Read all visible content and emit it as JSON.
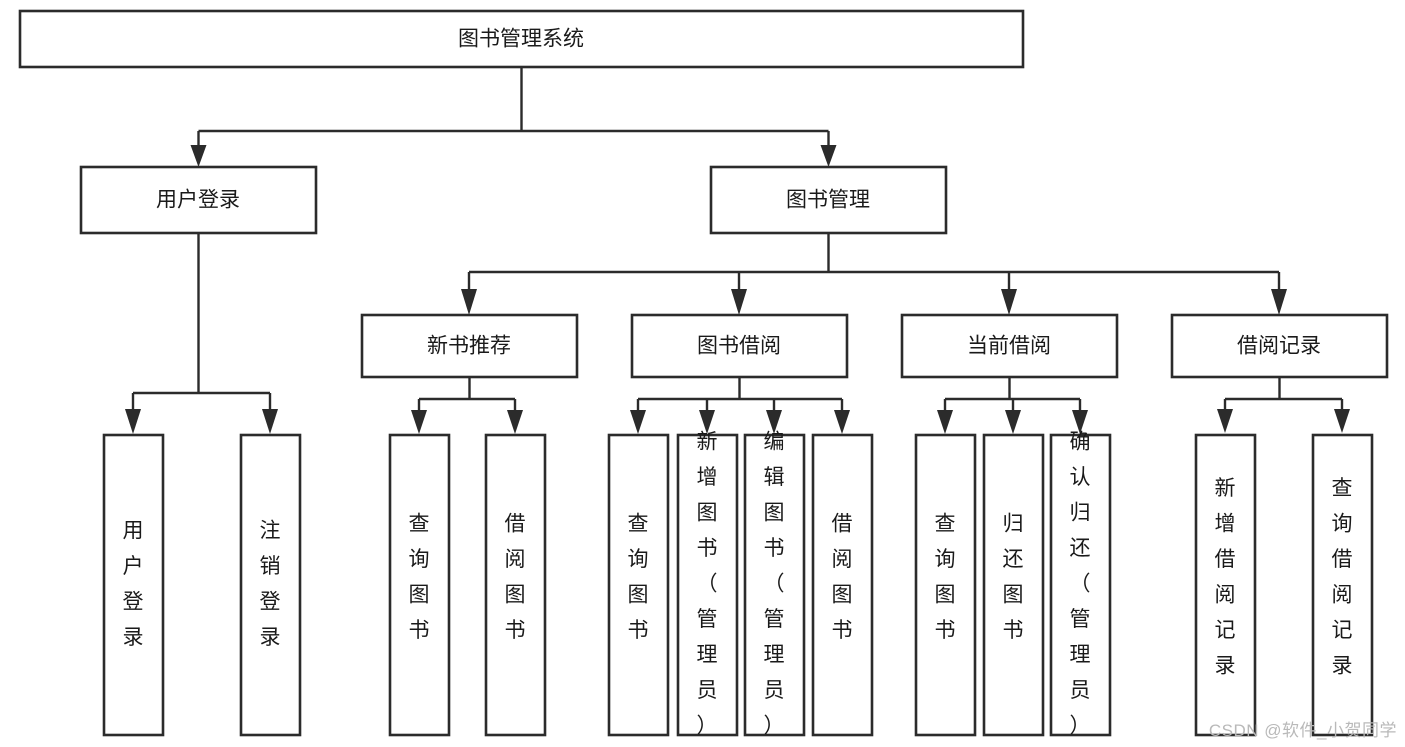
{
  "diagram": {
    "type": "tree",
    "title": "图书管理系统",
    "watermark": "CSDN @软件_小贺同学",
    "colors": {
      "stroke": "#2b2b2b",
      "fill": "#ffffff",
      "text": "#1a1a1a",
      "watermark": "#b9b9b9"
    },
    "nodes": {
      "root": {
        "label": "图书管理系统",
        "level": 1,
        "orientation": "horizontal"
      },
      "l2": [
        {
          "id": "user-login",
          "label": "用户登录",
          "level": 2,
          "orientation": "horizontal"
        },
        {
          "id": "book-manage",
          "label": "图书管理",
          "level": 2,
          "orientation": "horizontal"
        }
      ],
      "l3": [
        {
          "id": "new-book-recommend",
          "label": "新书推荐",
          "level": 3,
          "orientation": "horizontal"
        },
        {
          "id": "book-borrow",
          "label": "图书借阅",
          "level": 3,
          "orientation": "horizontal"
        },
        {
          "id": "current-borrow",
          "label": "当前借阅",
          "level": 3,
          "orientation": "horizontal"
        },
        {
          "id": "borrow-record",
          "label": "借阅记录",
          "level": 3,
          "orientation": "horizontal"
        }
      ],
      "leaves": [
        {
          "id": "leaf-user-login",
          "label": "用户登录",
          "parent": "user-login",
          "orientation": "vertical"
        },
        {
          "id": "leaf-user-logout",
          "label": "注销登录",
          "parent": "user-login",
          "orientation": "vertical"
        },
        {
          "id": "leaf-query-book-1",
          "label": "查询图书",
          "parent": "new-book-recommend",
          "orientation": "vertical"
        },
        {
          "id": "leaf-borrow-book-1",
          "label": "借阅图书",
          "parent": "new-book-recommend",
          "orientation": "vertical"
        },
        {
          "id": "leaf-query-book-2",
          "label": "查询图书",
          "parent": "book-borrow",
          "orientation": "vertical"
        },
        {
          "id": "leaf-add-book",
          "label": "新增图书（管理员）",
          "parent": "book-borrow",
          "orientation": "vertical"
        },
        {
          "id": "leaf-edit-book",
          "label": "编辑图书（管理员）",
          "parent": "book-borrow",
          "orientation": "vertical"
        },
        {
          "id": "leaf-borrow-book-2",
          "label": "借阅图书",
          "parent": "book-borrow",
          "orientation": "vertical"
        },
        {
          "id": "leaf-query-book-3",
          "label": "查询图书",
          "parent": "current-borrow",
          "orientation": "vertical"
        },
        {
          "id": "leaf-return-book",
          "label": "归还图书",
          "parent": "current-borrow",
          "orientation": "vertical"
        },
        {
          "id": "leaf-confirm-return",
          "label": "确认归还（管理员）",
          "parent": "current-borrow",
          "orientation": "vertical"
        },
        {
          "id": "leaf-add-record",
          "label": "新增借阅记录",
          "parent": "borrow-record",
          "orientation": "vertical"
        },
        {
          "id": "leaf-query-record",
          "label": "查询借阅记录",
          "parent": "borrow-record",
          "orientation": "vertical"
        }
      ]
    }
  }
}
